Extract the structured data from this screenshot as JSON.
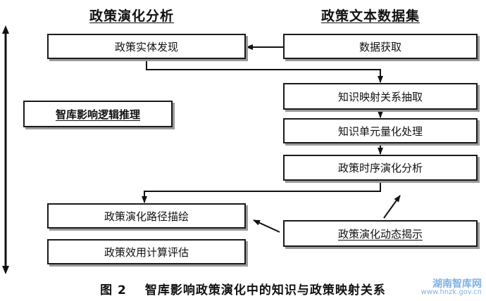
{
  "headings": {
    "left": "政策演化分析",
    "right": "政策文本数据集"
  },
  "boxes": {
    "entity_discovery": "政策实体发现",
    "data_acquisition": "数据获取",
    "knowledge_mapping": "知识映射关系抽取",
    "inference": "智库影响逻辑推理",
    "quantization": "知识单元量化处理",
    "temporal_analysis": "政策时序演化分析",
    "path_depiction": "政策演化路径描绘",
    "dynamic_reveal": "政策演化动态揭示",
    "effect_calculation": "政策效用计算评估"
  },
  "caption": {
    "figure_no": "图 2",
    "title": "智库影响政策演化中的知识与政策映射关系"
  },
  "watermark": {
    "title": "湖南智库网",
    "url": "www.hnzk.gov.cn"
  }
}
